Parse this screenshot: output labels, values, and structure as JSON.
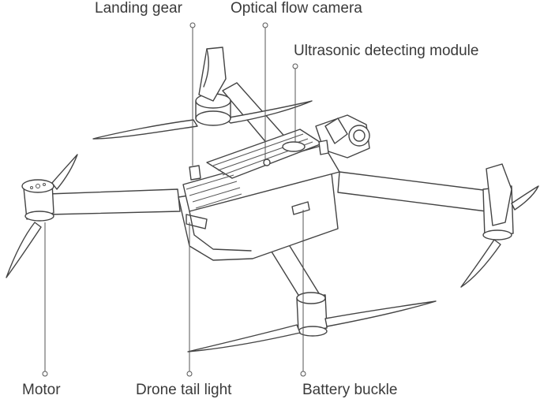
{
  "labels": {
    "landing_gear": "Landing gear",
    "optical_flow_camera": "Optical flow camera",
    "ultrasonic_module": "Ultrasonic detecting module",
    "motor": "Motor",
    "drone_tail_light": "Drone tail light",
    "battery_buckle": "Battery buckle"
  },
  "colors": {
    "line": "#444444",
    "label": "#3a3a3a",
    "background": "#ffffff"
  }
}
